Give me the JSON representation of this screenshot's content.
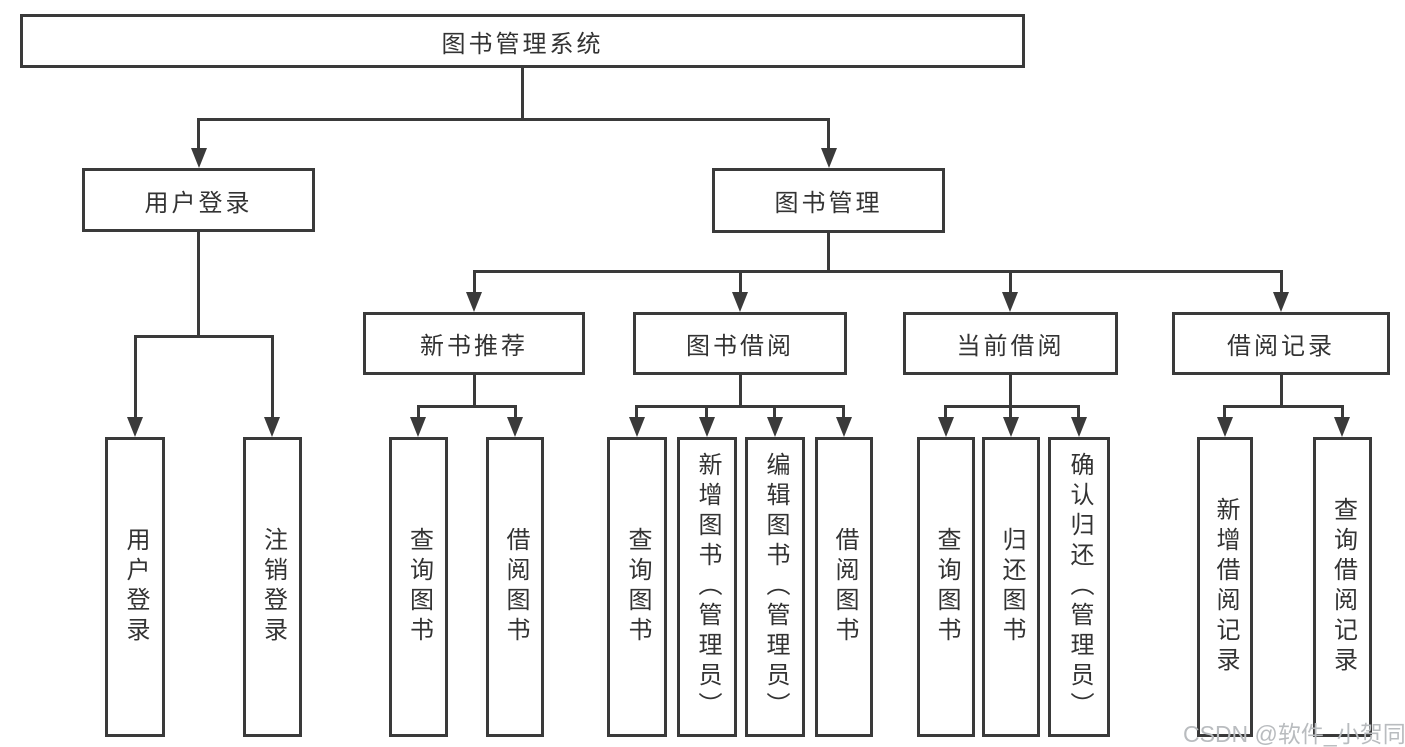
{
  "colors": {
    "line": "#3a3a3a",
    "text": "#333333",
    "bg": "#ffffff",
    "watermark": "#b9bcbf"
  },
  "tree": {
    "root": {
      "label": "图书管理系统",
      "children": [
        {
          "label": "用户登录",
          "children": [
            {
              "label": "用户登录"
            },
            {
              "label": "注销登录"
            }
          ]
        },
        {
          "label": "图书管理",
          "children": [
            {
              "label": "新书推荐",
              "children": [
                {
                  "label": "查询图书"
                },
                {
                  "label": "借阅图书"
                }
              ]
            },
            {
              "label": "图书借阅",
              "children": [
                {
                  "label": "查询图书"
                },
                {
                  "label": "新增图书（管理员）"
                },
                {
                  "label": "编辑图书（管理员）"
                },
                {
                  "label": "借阅图书"
                }
              ]
            },
            {
              "label": "当前借阅",
              "children": [
                {
                  "label": "查询图书"
                },
                {
                  "label": "归还图书"
                },
                {
                  "label": "确认归还（管理员）"
                }
              ]
            },
            {
              "label": "借阅记录",
              "children": [
                {
                  "label": "新增借阅记录"
                },
                {
                  "label": "查询借阅记录"
                }
              ]
            }
          ]
        }
      ]
    }
  },
  "watermark": {
    "text": "CSDN @软件_小贺同学"
  }
}
